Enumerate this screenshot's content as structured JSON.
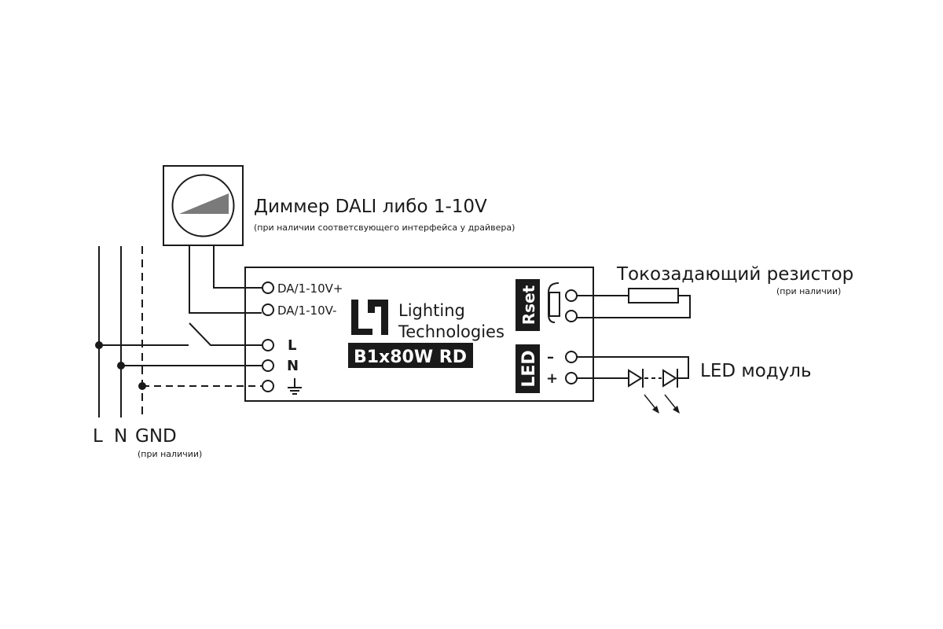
{
  "dimmer": {
    "title": "Диммер DALI либо 1-10V",
    "note": "(при наличии соответсвующего интерфейса у драйвера)"
  },
  "driver": {
    "brand_line1": "Lighting",
    "brand_line2": "Technologies",
    "model": "B1x80W RD",
    "terminals": {
      "da_plus": "DA/1-10V+",
      "da_minus": "DA/1-10V-",
      "l": "L",
      "n": "N"
    },
    "rset_label": "Rset",
    "led_label": "LED",
    "led_minus": "–",
    "led_plus": "+"
  },
  "resistor": {
    "title": "Токозадающий резистор",
    "note": "(при наличии)"
  },
  "led_module": {
    "title": "LED модуль"
  },
  "mains": {
    "l": "L",
    "n": "N",
    "gnd": "GND",
    "gnd_note": "(при наличии)"
  },
  "colors": {
    "ink": "#1a1a1a",
    "label_fill": "#1a1a1a",
    "dimmer_wedge": "#7a7a7a"
  },
  "icons": [
    "ground-icon",
    "diode-icon",
    "light-arrow-icon",
    "slider-wedge-icon",
    "logo-mark-icon"
  ]
}
